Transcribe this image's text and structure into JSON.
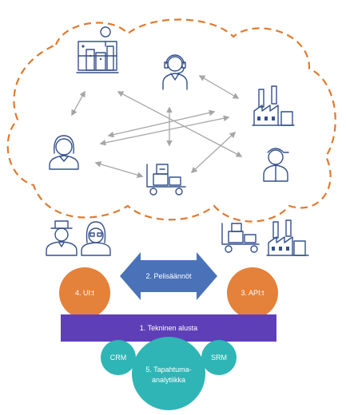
{
  "diagram": {
    "layers": {
      "pelisaannot": "2. Pelisäännöt",
      "ui": "4. UI:t",
      "api": "3. API:t",
      "tekninen_alusta": "1. Tekninen alusta",
      "crm": "CRM",
      "srm": "SRM",
      "tapahtuma_line1": "5. Tapahtuma-",
      "tapahtuma_line2": "analytiikka"
    },
    "colors": {
      "cloud_border": "#e07a2e",
      "icon_stroke": "#34508a",
      "arrows": "#a6a6a6",
      "ui_api_circles": "#e4813b",
      "pelisaannot_arrow": "#4a72b8",
      "tekninen_alusta_bar": "#5f3fb8",
      "analytics_circles": "#2fb5b5"
    },
    "icons": [
      "city-map-icon",
      "call-center-agent-icon",
      "factory-icon",
      "woman-icon",
      "delivery-man-icon",
      "cargo-trolley-icon",
      "gentleman-icon",
      "woman-glasses-icon",
      "cargo-trolley-icon",
      "factory-icon"
    ]
  }
}
